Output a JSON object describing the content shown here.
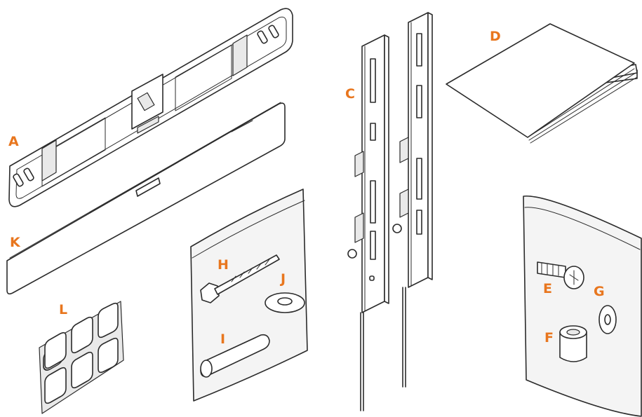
{
  "labels": {
    "A": "A",
    "C": "C",
    "D": "D",
    "E": "E",
    "F": "F",
    "G": "G",
    "H": "H",
    "I": "I",
    "J": "J",
    "K": "K",
    "L": "L"
  },
  "colors": {
    "label": "#e8761e",
    "line": "#2b2b2b",
    "background": "#ffffff"
  }
}
